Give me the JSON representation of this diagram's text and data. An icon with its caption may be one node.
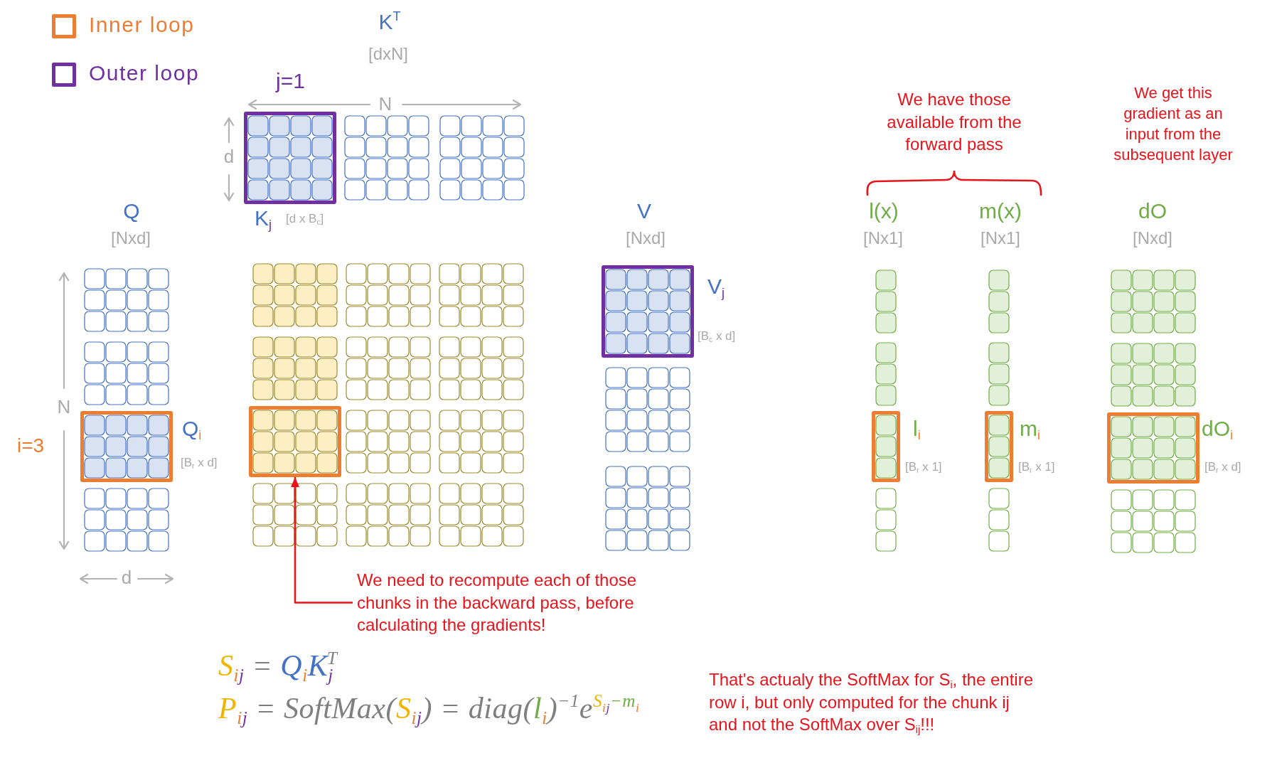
{
  "diagram": {
    "nodes": [
      {
        "text": [
          "K$^{T}$",
          "[dxN]"
        ]
      },
      {
        "text": [],
        "shape": "box",
        "in": 0,
        "beside": [
          "j=1",
          "K$_{j}$",
          "[d x B$_{c}$]"
        ]
      },
      {
        "text": [
          "Q",
          "[Nxd]"
        ]
      },
      {
        "text": [],
        "shape": "box",
        "in": 2,
        "beside": [
          "i=3",
          "Q$_{i}$",
          "[B$_{r}$ x d]"
        ]
      },
      {
        "text": [],
        "shape": "grid"
      },
      {
        "text": [],
        "shape": "box",
        "in": 4
      },
      {
        "text": [
          "V",
          "[Nxd]"
        ]
      },
      {
        "text": [],
        "shape": "box",
        "in": 6,
        "beside": [
          "V$_{j}$",
          "[B$_{c}$ x d]"
        ]
      },
      {
        "text": [
          "l(x)",
          "[Nx1]"
        ]
      },
      {
        "text": [],
        "shape": "box",
        "in": 8,
        "beside": [
          "l$_{i}$",
          "[B$_{r}$ x 1]"
        ]
      },
      {
        "text": [
          "m(x)",
          "[Nx1]"
        ]
      },
      {
        "text": [],
        "shape": "box",
        "in": 10,
        "beside": [
          "m$_{i}$",
          "[B$_{r}$ x 1]"
        ]
      },
      {
        "text": [
          "dO",
          "[Nxd]"
        ]
      },
      {
        "text": [],
        "shape": "box",
        "in": 12,
        "beside": [
          "dO$_{i}$",
          "[B$_{r}$ x d]"
        ]
      },
      {
        "text": [
          "We need to recompute each of those chunks in the backward pass, before calculating the gradients!"
        ]
      }
    ],
    "edges": [
      {
        "from": 14,
        "to": 5,
        "arrow": "to"
      }
    ],
    "labels": [
      "N",
      "We have those available from the forward pass",
      "We get this gradient as an input from the subsequent layer",
      "d",
      "N",
      "d",
      "S$_{i}$$_{j}$ = Q$_{i}$K$_{j}$$^{T}$",
      "P$_{i}$$_{j}$ = SoftMax(S$_{i}$$_{j}$) = diag(l$_{i}$)$^{−1}$e$^{S}$$^{i}$$^{j}$$^{−m}$$^{i}$",
      "That's actualy the SoftMax for S$_{i}$, the entire row i, but only computed for the chunk ij and not the SoftMax over S$_{ij}$!!!"
    ],
    "legend": [
      {
        "text": "Inner loop",
        "color": "#ed7d31"
      },
      {
        "text": "Outer loop",
        "color": "#7030a0"
      }
    ]
  }
}
